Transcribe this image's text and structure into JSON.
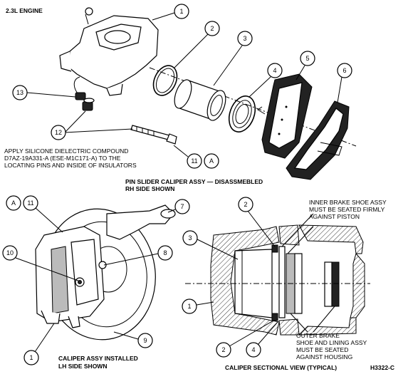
{
  "header": {
    "engine_label": "2.3L ENGINE"
  },
  "note": {
    "line1": "APPLY SILICONE DIELECTRIC COMPOUND",
    "line2": "D7AZ-19A331-A (ESE-M1C171-A) TO THE",
    "line3": "LOCATING PINS AND INSIDE OF INSULATORS"
  },
  "captions": {
    "exploded_line1": "PIN SLIDER CALIPER ASSY — DISASSMEBLED",
    "exploded_line2": "RH SIDE SHOWN",
    "installed_line1": "CALIPER ASSY INSTALLED",
    "installed_line2": "LH SIDE SHOWN",
    "sectional": "CALIPER SECTIONAL VIEW (TYPICAL)",
    "figure_id": "H3322-C"
  },
  "sectional_notes": {
    "inner_line1": "INNER BRAKE SHOE ASSY",
    "inner_line2": "MUST BE SEATED FIRMLY",
    "inner_line3": "AGAINST PISTON",
    "outer_line1": "OUTER BRAKE",
    "outer_line2": "SHOE AND LINING ASSY",
    "outer_line3": "MUST BE SEATED",
    "outer_line4": "AGAINST HOUSING"
  },
  "callouts": {
    "c1_top": "1",
    "c2_top": "2",
    "c3_top": "3",
    "c4_top": "4",
    "c5_top": "5",
    "c6_top": "6",
    "c13": "13",
    "c12": "12",
    "c11_top": "11",
    "cA_top": "A",
    "cA_mid": "A",
    "c11_mid": "11",
    "c7": "7",
    "c10": "10",
    "c8": "8",
    "c9": "9",
    "c1_bl": "1",
    "c2_sec_top": "2",
    "c3_sec": "3",
    "c1_sec": "1",
    "c2_sec_bot": "2",
    "c4_sec": "4"
  }
}
